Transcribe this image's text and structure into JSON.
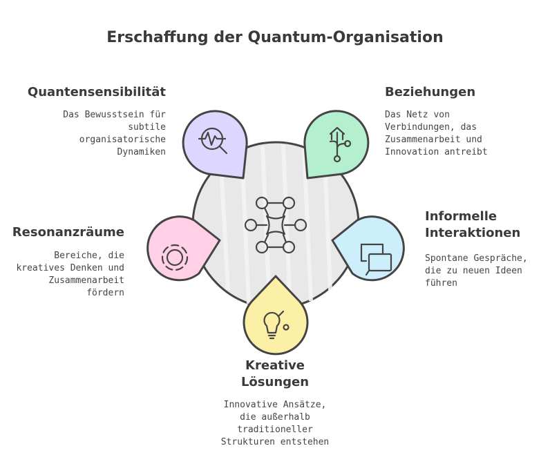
{
  "title": "Erschaffung der Quantum-Organisation",
  "nodes": [
    {
      "heading": "Quantensensibilität",
      "description": "Das Bewusstsein für subtile organisatorische Dynamiken",
      "color": "#d9d2ff",
      "icon": "waveform-magnifier-icon"
    },
    {
      "heading": "Beziehungen",
      "description": "Das Netz von Verbindungen, das Zusammenarbeit und Innovation antreibt",
      "color": "#b4f0cf",
      "icon": "network-branch-icon"
    },
    {
      "heading": "Informelle Interaktionen",
      "description": "Spontane Gespräche, die zu neuen Ideen führen",
      "color": "#cdeffc",
      "icon": "chat-bubbles-icon"
    },
    {
      "heading": "Kreative Lösungen",
      "description": "Innovative Ansätze, die außerhalb traditioneller Strukturen entstehen",
      "color": "#fbf0a6",
      "icon": "lightbulb-icon"
    },
    {
      "heading": "Resonanzräume",
      "description": "Bereiche, die kreatives Denken und Zusammenarbeit fördern",
      "color": "#ffd0e6",
      "icon": "resonance-circle-icon"
    }
  ],
  "center_icon": "network-hub-icon",
  "hub_color": "#e6e6e6"
}
